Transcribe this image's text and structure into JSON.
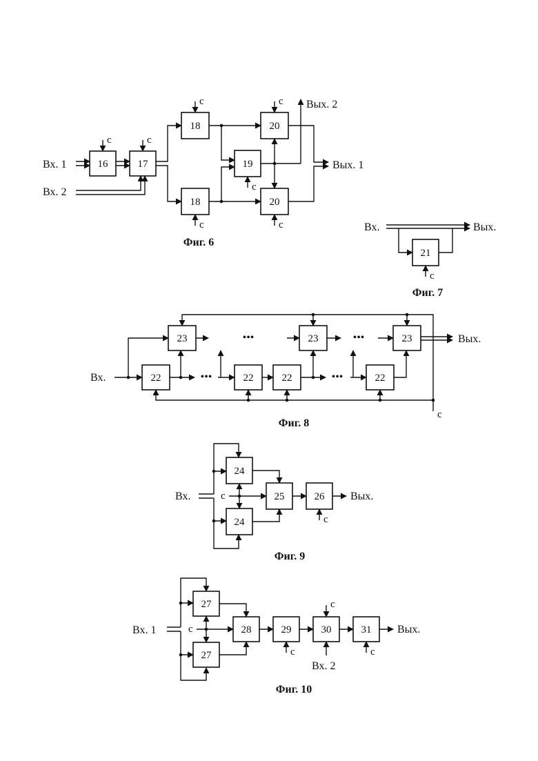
{
  "fig6": {
    "caption": "Фиг. 6",
    "in1": "Вх. 1",
    "in2": "Вх. 2",
    "out1": "Вых. 1",
    "out2": "Вых. 2",
    "c": "c",
    "b16": "16",
    "b17": "17",
    "b18": "18",
    "b19": "19",
    "b20": "20"
  },
  "fig7": {
    "caption": "Фиг. 7",
    "in": "Вх.",
    "out": "Вых.",
    "c": "c",
    "b21": "21"
  },
  "fig8": {
    "caption": "Фиг. 8",
    "in": "Вх.",
    "out": "Вых.",
    "c": "c",
    "b22": "22",
    "b23": "23",
    "ellipsis": "•••"
  },
  "fig9": {
    "caption": "Фиг. 9",
    "in": "Вх.",
    "out": "Вых.",
    "c": "c",
    "b24": "24",
    "b25": "25",
    "b26": "26"
  },
  "fig10": {
    "caption": "Фиг. 10",
    "in1": "Вх. 1",
    "in2": "Вх. 2",
    "out": "Вых.",
    "c": "c",
    "b27": "27",
    "b28": "28",
    "b29": "29",
    "b30": "30",
    "b31": "31"
  }
}
